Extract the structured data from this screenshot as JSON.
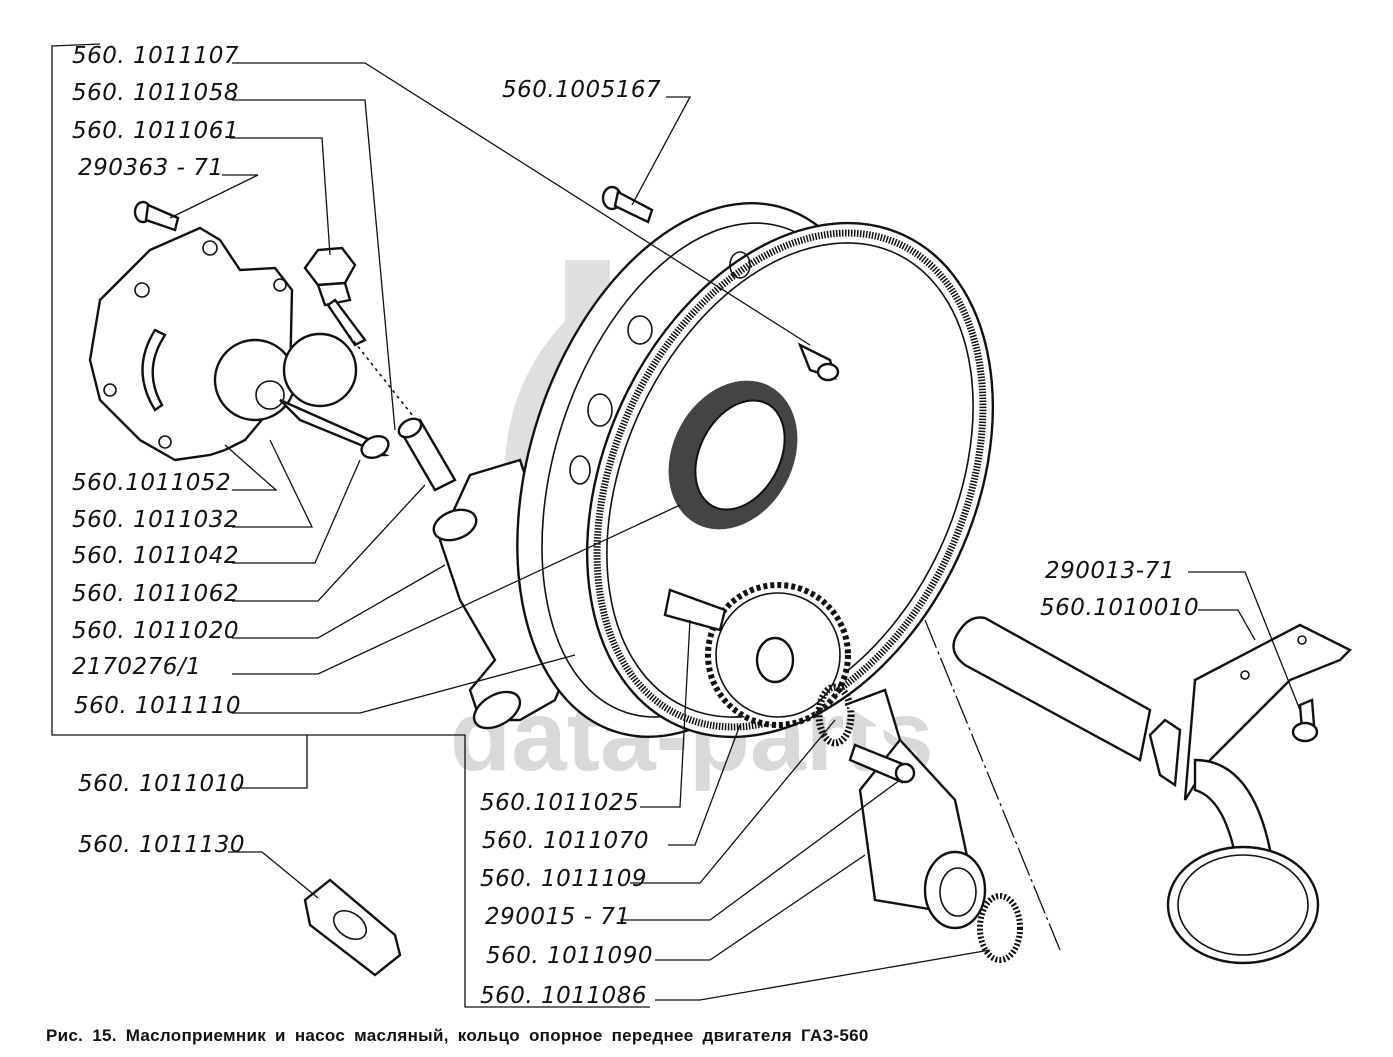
{
  "figure": {
    "caption": "Рис. 15. Маслоприемник и насос масляный, кольцо опорное переднее двигателя ГАЗ-560",
    "watermark_text": "data-parts",
    "watermark_logo": "dp-logo",
    "colors": {
      "ink": "#111111",
      "watermark": "#d9d9d9",
      "background": "#ffffff"
    }
  },
  "labels": {
    "left_group": [
      "560. 1011107",
      "560. 1011058",
      "560. 1011061",
      "290363 - 71",
      "560.1011052",
      "560. 1011032",
      "560. 1011042",
      "560. 1011062",
      "560. 1011020",
      "2170276/1",
      "560. 1011110"
    ],
    "assembly": "560. 1011010",
    "nut": "560. 1011130",
    "top_bolt": "560.1005167",
    "bottom_group": [
      "560.1011025",
      "560. 1011070",
      "560. 1011109",
      "290015 - 71",
      "560. 1011090",
      "560. 1011086"
    ],
    "right_group": [
      "290013-71",
      "560.1010010"
    ]
  }
}
